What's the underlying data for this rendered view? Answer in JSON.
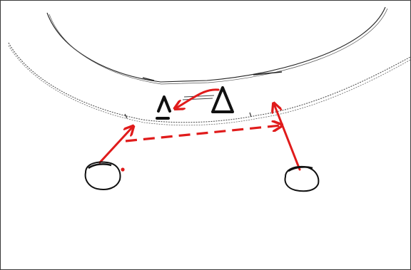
{
  "diagram": {
    "kind": "court play sketch",
    "colors": {
      "court_lines": "#222222",
      "three_point_line": "#444444",
      "movement": "#e01b1b",
      "players": "#111111",
      "frame": "#3a3a3a"
    },
    "players": [
      {
        "role": "defender",
        "shape": "triangle",
        "name": "defender-triangle"
      },
      {
        "role": "offense",
        "shape": "caret-with-underline",
        "name": "offense-caret"
      },
      {
        "role": "player",
        "shape": "circle",
        "name": "player-circle-left"
      },
      {
        "role": "player",
        "shape": "circle",
        "name": "player-circle-right"
      }
    ],
    "moves": [
      {
        "type": "cut",
        "style": "solid",
        "from": "player-circle-left",
        "direction": "up-right"
      },
      {
        "type": "pass",
        "style": "dashed",
        "from": "player-circle-left",
        "to": "player-circle-right"
      },
      {
        "type": "cut",
        "style": "solid",
        "from": "player-circle-right",
        "direction": "up-left"
      },
      {
        "type": "move",
        "style": "solid-curved",
        "from": "defender-triangle",
        "to": "offense-caret"
      }
    ]
  }
}
